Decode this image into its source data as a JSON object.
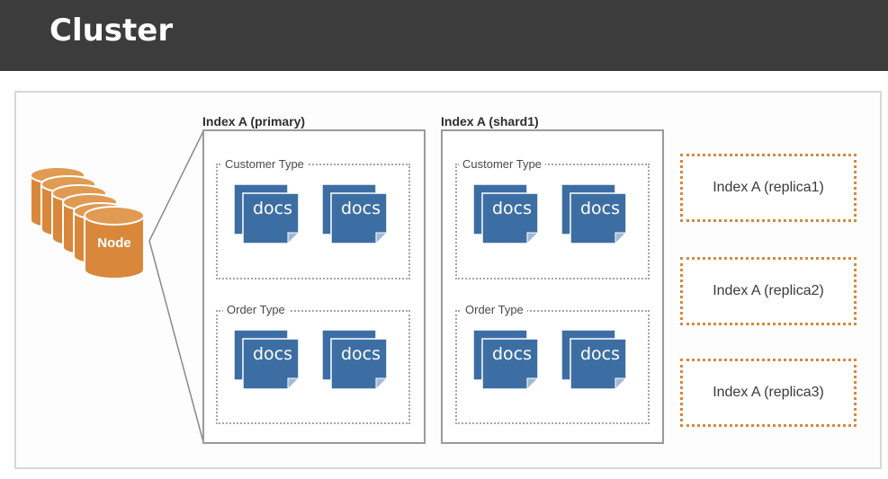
{
  "header": {
    "title": "Cluster"
  },
  "node": {
    "label": "Node"
  },
  "indices": [
    {
      "label": "Index A (primary)",
      "types": [
        {
          "label": "Customer Type",
          "docs": [
            "docs",
            "docs"
          ]
        },
        {
          "label": "Order Type",
          "docs": [
            "docs",
            "docs"
          ]
        }
      ]
    },
    {
      "label": "Index A (shard1)",
      "types": [
        {
          "label": "Customer Type",
          "docs": [
            "docs",
            "docs"
          ]
        },
        {
          "label": "Order Type",
          "docs": [
            "docs",
            "docs"
          ]
        }
      ]
    }
  ],
  "replicas": [
    {
      "label": "Index A (replica1)"
    },
    {
      "label": "Index A (replica2)"
    },
    {
      "label": "Index A (replica3)"
    }
  ],
  "colors": {
    "header_bg": "#3c3c3c",
    "node_orange": "#d9873a",
    "doc_blue": "#3d6ea3",
    "replica_border": "#d38a3f"
  }
}
